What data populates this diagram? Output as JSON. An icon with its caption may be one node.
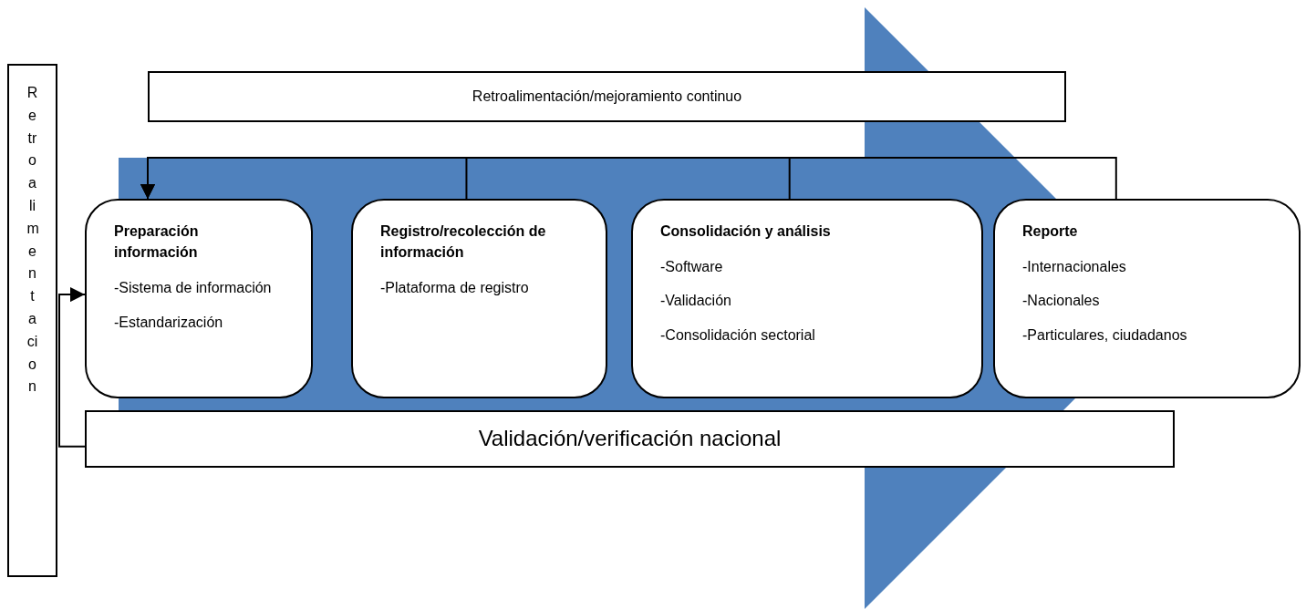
{
  "diagram": {
    "nodes": [
      {
        "text": [
          "Retroalimentacion"
        ]
      },
      {
        "text": [
          "Retroalimentación/mejoramiento continuo"
        ]
      },
      {
        "text": [
          "Preparación información",
          "-Sistema de información",
          "-Estandarización"
        ]
      },
      {
        "text": [
          "Registro/recolección de información",
          "-Plataforma de registro"
        ]
      },
      {
        "text": [
          "Consolidación y análisis",
          "-Software",
          "-Validación",
          "-Consolidación sectorial"
        ]
      },
      {
        "text": [
          "Reporte",
          "-Internacionales",
          "-Nacionales",
          "-Particulares, ciudadanos"
        ]
      },
      {
        "text": [
          "Validación/verificación nacional"
        ]
      }
    ],
    "edges": [
      {
        "from": 5,
        "to": 2,
        "arrow": "to"
      },
      {
        "from": 3,
        "to": 2,
        "arrow": "to"
      },
      {
        "from": 4,
        "to": 2,
        "arrow": "to"
      },
      {
        "from": 6,
        "to": 2,
        "arrow": "to"
      },
      {
        "from": 2,
        "to": 5,
        "arrow": "to",
        "style": "thick",
        "color": "#4f81bd"
      }
    ]
  }
}
